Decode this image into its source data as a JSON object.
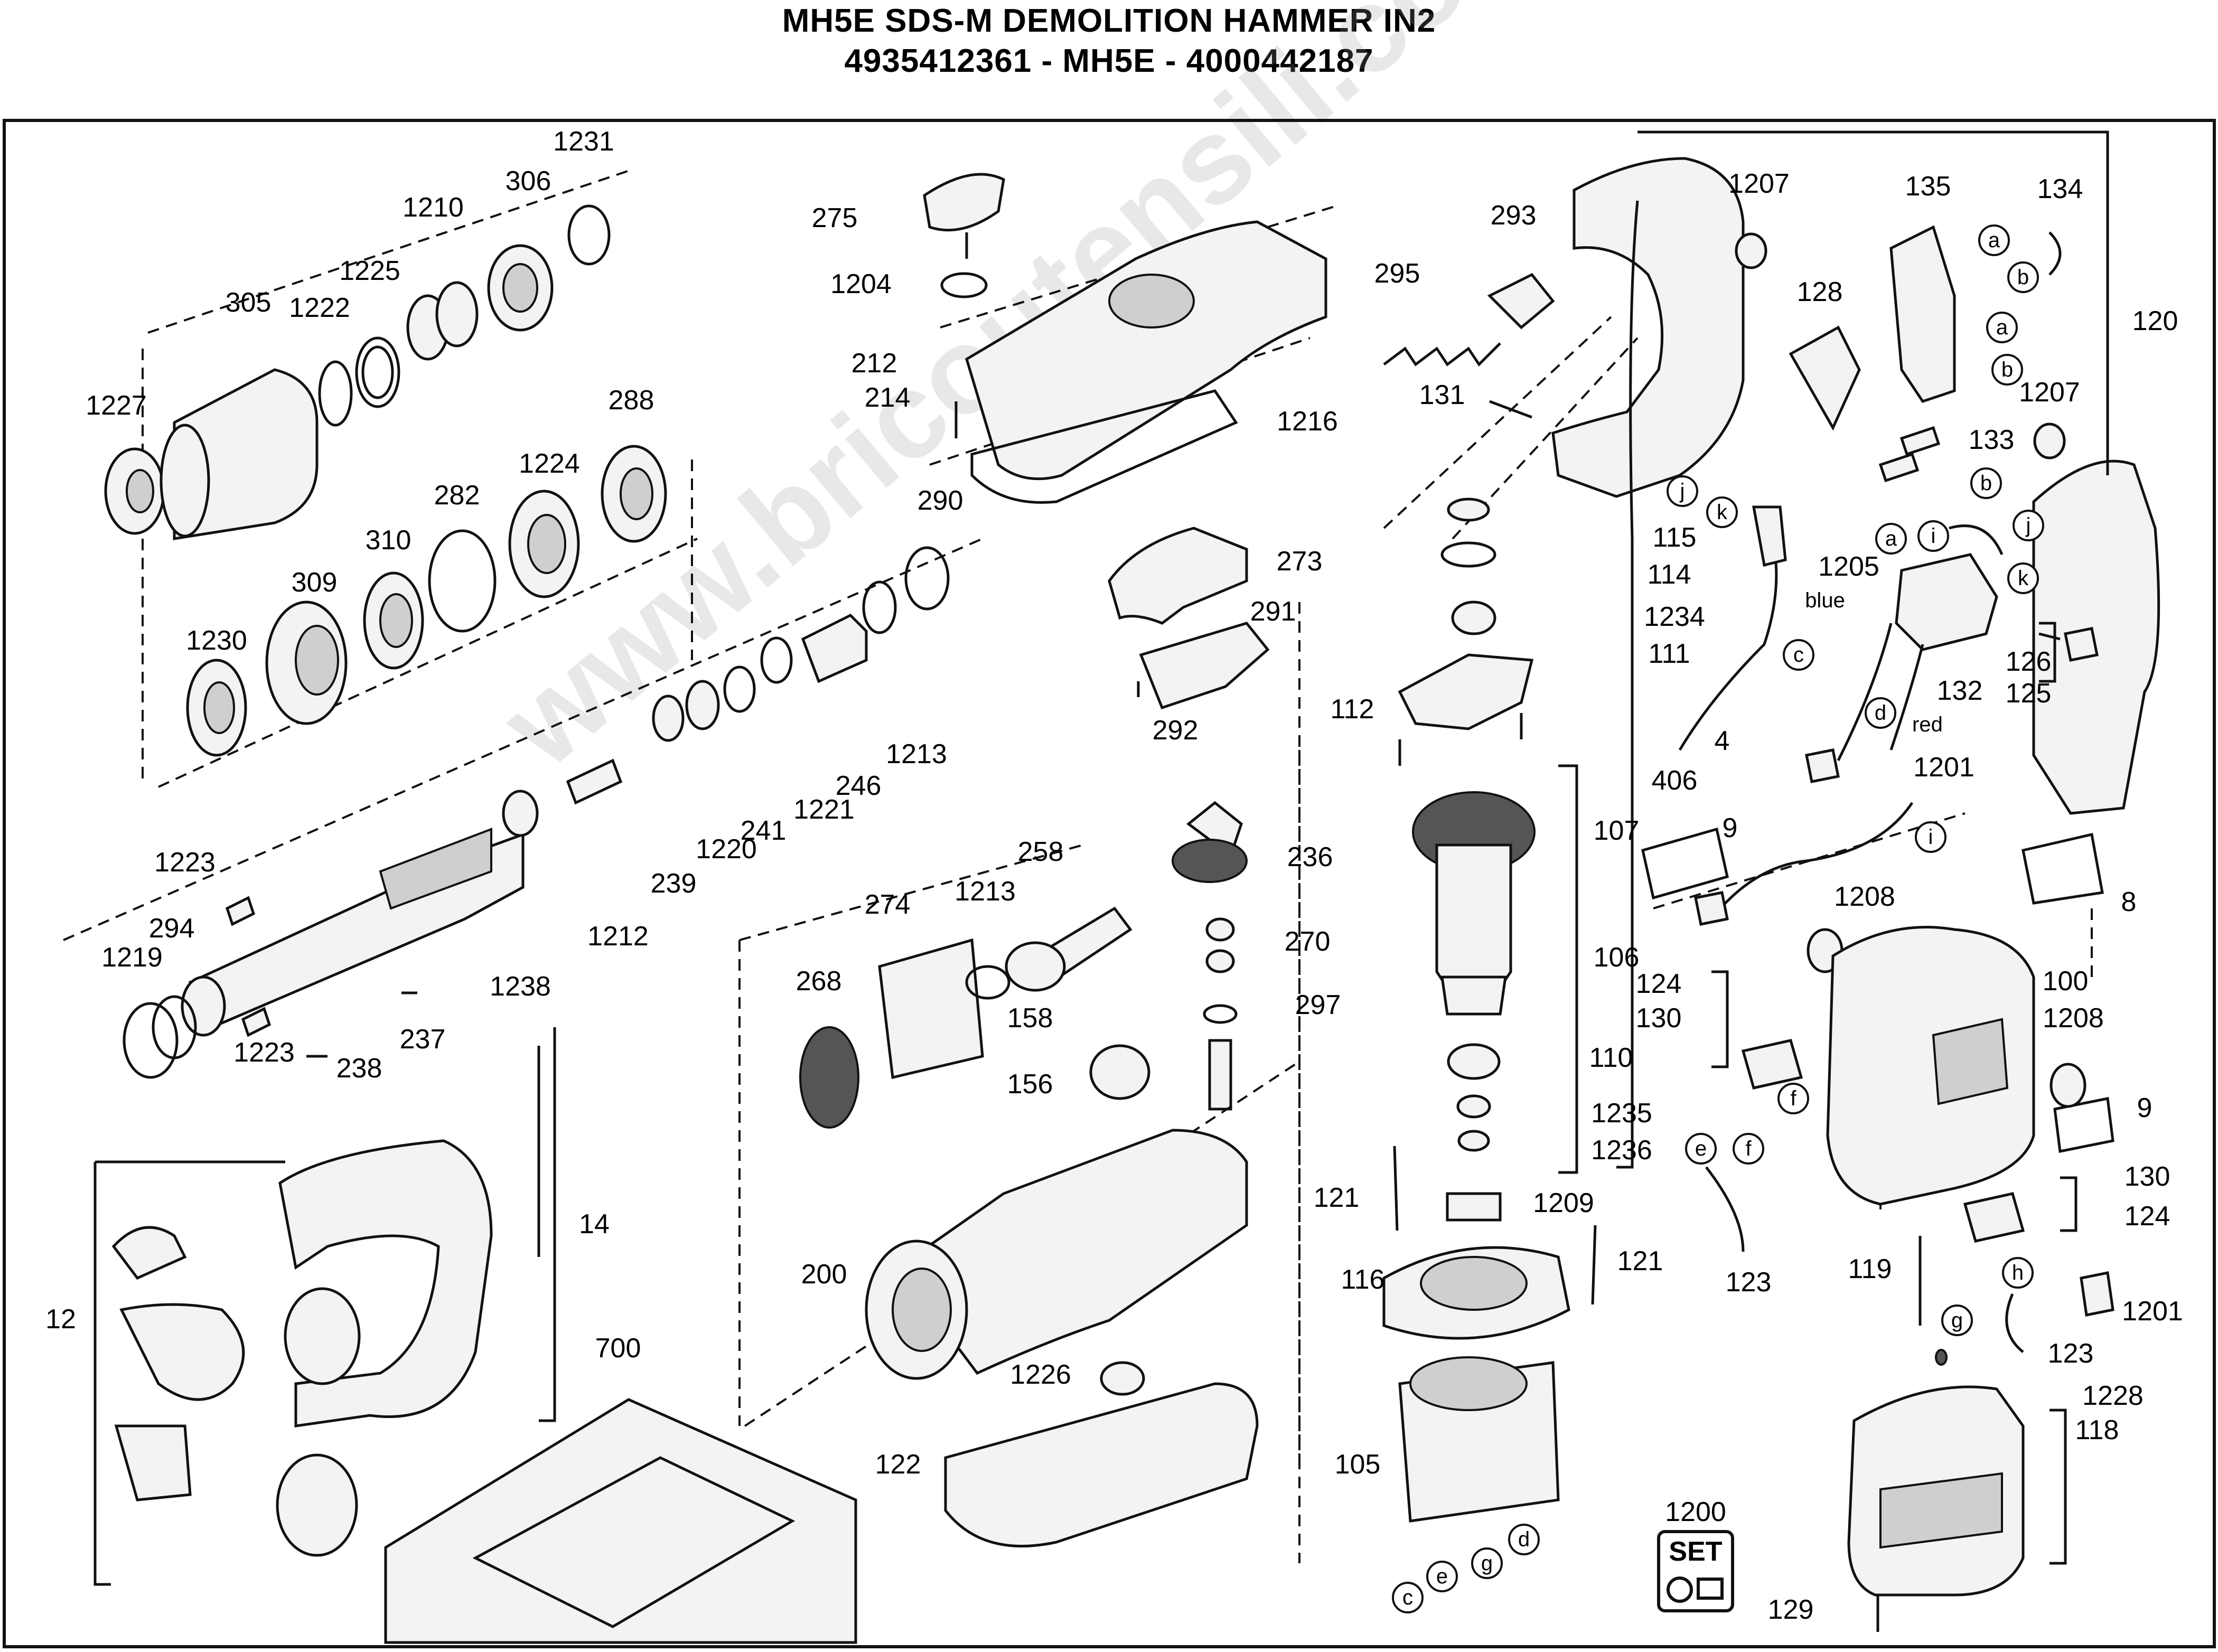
{
  "header": {
    "title": "MH5E SDS-M DEMOLITION HAMMER IN2",
    "subtitle": "4935412361 - MH5E - 4000442187"
  },
  "watermark": "www.bricoutensili.com",
  "colors": {
    "line": "#111111",
    "part_fill": "#f3f3f3",
    "part_shade": "#c9c9c9",
    "watermark": "#9a9a9a"
  },
  "part_labels": [
    {
      "id": "1231",
      "text": "1231"
    },
    {
      "id": "1210",
      "text": "1210"
    },
    {
      "id": "306",
      "text": "306"
    },
    {
      "id": "1225",
      "text": "1225"
    },
    {
      "id": "305",
      "text": "305"
    },
    {
      "id": "1222",
      "text": "1222"
    },
    {
      "id": "1227",
      "text": "1227"
    },
    {
      "id": "288",
      "text": "288"
    },
    {
      "id": "1224",
      "text": "1224"
    },
    {
      "id": "282",
      "text": "282"
    },
    {
      "id": "310",
      "text": "310"
    },
    {
      "id": "309",
      "text": "309"
    },
    {
      "id": "1230",
      "text": "1230"
    },
    {
      "id": "290",
      "text": "290"
    },
    {
      "id": "1213a",
      "text": "1213"
    },
    {
      "id": "246",
      "text": "246"
    },
    {
      "id": "1221",
      "text": "1221"
    },
    {
      "id": "241",
      "text": "241"
    },
    {
      "id": "1220",
      "text": "1220"
    },
    {
      "id": "239",
      "text": "239"
    },
    {
      "id": "1212",
      "text": "1212"
    },
    {
      "id": "1238",
      "text": "1238"
    },
    {
      "id": "1223a",
      "text": "1223"
    },
    {
      "id": "294",
      "text": "294"
    },
    {
      "id": "1219",
      "text": "1219"
    },
    {
      "id": "1223b",
      "text": "1223"
    },
    {
      "id": "238",
      "text": "238"
    },
    {
      "id": "237",
      "text": "237"
    },
    {
      "id": "275",
      "text": "275"
    },
    {
      "id": "1204",
      "text": "1204"
    },
    {
      "id": "212",
      "text": "212"
    },
    {
      "id": "214",
      "text": "214"
    },
    {
      "id": "1216",
      "text": "1216"
    },
    {
      "id": "273",
      "text": "273"
    },
    {
      "id": "291",
      "text": "291"
    },
    {
      "id": "292",
      "text": "292"
    },
    {
      "id": "236",
      "text": "236"
    },
    {
      "id": "258",
      "text": "258"
    },
    {
      "id": "1213b",
      "text": "1213"
    },
    {
      "id": "274",
      "text": "274"
    },
    {
      "id": "268",
      "text": "268"
    },
    {
      "id": "270",
      "text": "270"
    },
    {
      "id": "297",
      "text": "297"
    },
    {
      "id": "158",
      "text": "158"
    },
    {
      "id": "156",
      "text": "156"
    },
    {
      "id": "200",
      "text": "200"
    },
    {
      "id": "1226",
      "text": "1226"
    },
    {
      "id": "122",
      "text": "122"
    },
    {
      "id": "700",
      "text": "700"
    },
    {
      "id": "14",
      "text": "14"
    },
    {
      "id": "12",
      "text": "12"
    },
    {
      "id": "295",
      "text": "295"
    },
    {
      "id": "293",
      "text": "293"
    },
    {
      "id": "131",
      "text": "131"
    },
    {
      "id": "1207a",
      "text": "1207"
    },
    {
      "id": "135",
      "text": "135"
    },
    {
      "id": "134",
      "text": "134"
    },
    {
      "id": "128",
      "text": "128"
    },
    {
      "id": "120",
      "text": "120"
    },
    {
      "id": "1207b",
      "text": "1207"
    },
    {
      "id": "133",
      "text": "133"
    },
    {
      "id": "115",
      "text": "115"
    },
    {
      "id": "114",
      "text": "114"
    },
    {
      "id": "1234",
      "text": "1234"
    },
    {
      "id": "111",
      "text": "111"
    },
    {
      "id": "112",
      "text": "112"
    },
    {
      "id": "1205",
      "text": "1205"
    },
    {
      "id": "406",
      "text": "406"
    },
    {
      "id": "4",
      "text": "4"
    },
    {
      "id": "126",
      "text": "126"
    },
    {
      "id": "125",
      "text": "125"
    },
    {
      "id": "132",
      "text": "132"
    },
    {
      "id": "107",
      "text": "107"
    },
    {
      "id": "106",
      "text": "106"
    },
    {
      "id": "110",
      "text": "110"
    },
    {
      "id": "1235",
      "text": "1235"
    },
    {
      "id": "1236",
      "text": "1236"
    },
    {
      "id": "121a",
      "text": "121"
    },
    {
      "id": "1209",
      "text": "1209"
    },
    {
      "id": "116",
      "text": "116"
    },
    {
      "id": "121b",
      "text": "121"
    },
    {
      "id": "105",
      "text": "105"
    },
    {
      "id": "9a",
      "text": "9"
    },
    {
      "id": "1201a",
      "text": "1201"
    },
    {
      "id": "8",
      "text": "8"
    },
    {
      "id": "1208a",
      "text": "1208"
    },
    {
      "id": "100",
      "text": "100"
    },
    {
      "id": "124a",
      "text": "124"
    },
    {
      "id": "130a",
      "text": "130"
    },
    {
      "id": "1208b",
      "text": "1208"
    },
    {
      "id": "9b",
      "text": "9"
    },
    {
      "id": "130b",
      "text": "130"
    },
    {
      "id": "124b",
      "text": "124"
    },
    {
      "id": "119",
      "text": "119"
    },
    {
      "id": "123a",
      "text": "123"
    },
    {
      "id": "1201b",
      "text": "1201"
    },
    {
      "id": "123b",
      "text": "123"
    },
    {
      "id": "1228",
      "text": "1228"
    },
    {
      "id": "118",
      "text": "118"
    },
    {
      "id": "1200",
      "text": "1200"
    },
    {
      "id": "129",
      "text": "129"
    }
  ],
  "wire_labels": {
    "blue": "blue",
    "red": "red"
  },
  "connector_letters": [
    "a",
    "b",
    "a",
    "b",
    "j",
    "k",
    "a",
    "b",
    "i",
    "j",
    "k",
    "c",
    "d",
    "i",
    "f",
    "e",
    "f",
    "g",
    "h",
    "c",
    "e",
    "g",
    "d"
  ],
  "set_badge": {
    "number": "1200",
    "text": "SET"
  }
}
